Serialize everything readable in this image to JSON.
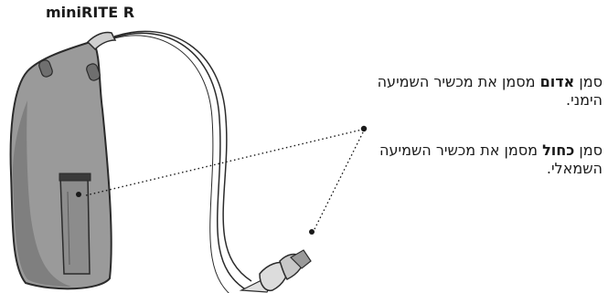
{
  "title": "miniRITE R",
  "notes": {
    "red": {
      "prefix": "סמן ",
      "bold": "אדום",
      "suffix": " מסמן את מכשיר השמיעה הימני."
    },
    "blue": {
      "prefix": "סמן ",
      "bold": "כחול",
      "suffix": " מסמן את מכשיר השמיעה השמאלי."
    }
  },
  "colors": {
    "body_fill": "#9a9a9a",
    "body_shade": "#7f7f7f",
    "outline": "#2b2b2b",
    "leader": "#1a1a1a"
  },
  "icons": {
    "device": "hearing-aid-illustration",
    "marker": "color-marker-dot"
  }
}
